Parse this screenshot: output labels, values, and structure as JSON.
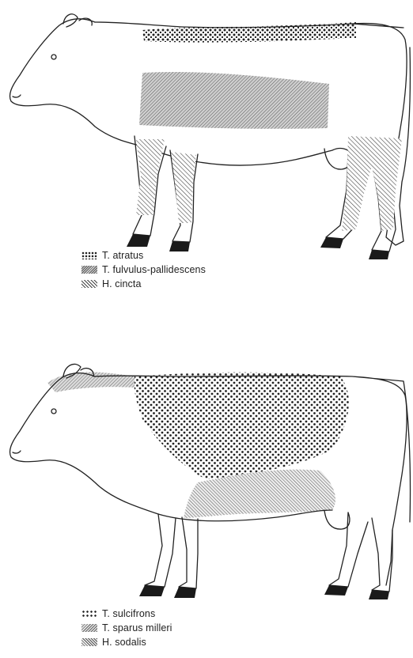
{
  "legend_top": [
    {
      "label": "T. atratus",
      "pattern": "coarse-dots"
    },
    {
      "label": "T. fulvulus-pallidescens",
      "pattern": "dense-stipple"
    },
    {
      "label": "H. cincta",
      "pattern": "hatching"
    }
  ],
  "legend_bottom": [
    {
      "label": "T. sulcifrons",
      "pattern": "dots"
    },
    {
      "label": "T. sparus milleri",
      "pattern": "stripes"
    },
    {
      "label": "H. sodalis",
      "pattern": "fine-hatching"
    }
  ],
  "colors": {
    "outline": "#222222",
    "hoof": "#1a1a1a",
    "background": "#ffffff"
  }
}
